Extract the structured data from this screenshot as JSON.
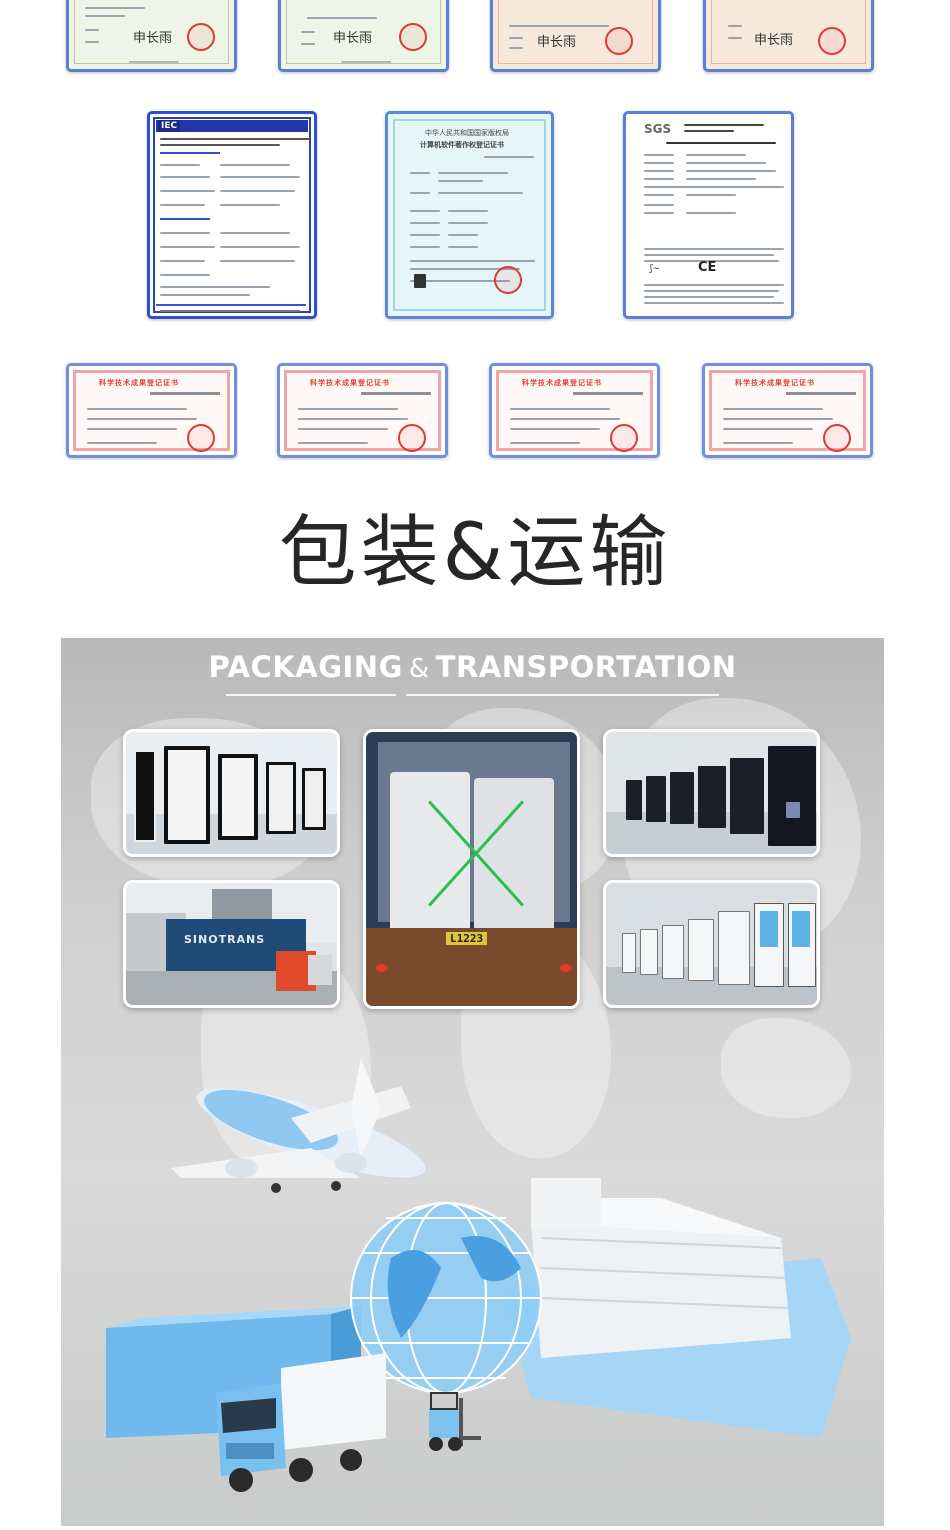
{
  "certificates": {
    "row1": [
      {
        "type": "patent-green",
        "signature": "申长雨"
      },
      {
        "type": "patent-green",
        "signature": "申长雨"
      },
      {
        "type": "patent-peach",
        "signature": "申长雨"
      },
      {
        "type": "patent-peach",
        "signature": "申长雨"
      }
    ],
    "row2": [
      {
        "type": "iec",
        "logo": "IEC"
      },
      {
        "type": "software-copyright",
        "title_line1": "中华人民共和国国家版权局",
        "title_line2": "计算机软件著作权登记证书"
      },
      {
        "type": "sgs",
        "logo": "SGS",
        "mark": "CE"
      }
    ],
    "row3": [
      {
        "type": "science-award",
        "title": "科学技术成果登记证书"
      },
      {
        "type": "science-award",
        "title": "科学技术成果登记证书"
      },
      {
        "type": "science-award",
        "title": "科学技术成果登记证书"
      },
      {
        "type": "science-award",
        "title": "科学技术成果登记证书"
      }
    ]
  },
  "section": {
    "heading": "包装&运输",
    "subtitle_left": "PACKAGING",
    "subtitle_amp": "&",
    "subtitle_right": "TRANSPORTATION"
  },
  "photos": {
    "truck_label": "SINOTRANS",
    "plate": "L1223"
  },
  "colors": {
    "cert_border": "#5b7fd6",
    "heading": "#262626",
    "panel_bg": "#cfd0cf",
    "transport_blue": "#7ec3f0"
  }
}
